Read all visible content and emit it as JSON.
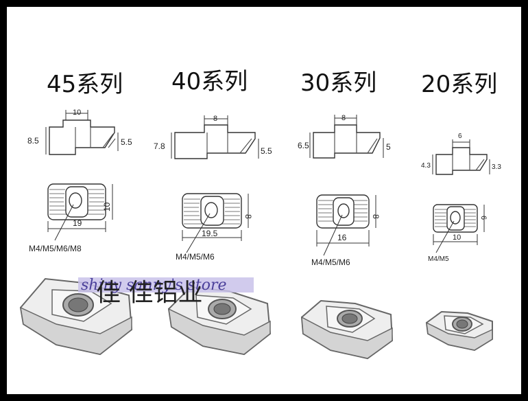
{
  "series": [
    {
      "title": "45系列",
      "top_width": "10",
      "height": "8.5",
      "lip": "5.5",
      "side": "10",
      "length": "19",
      "threads": "M4/M5/M6/M8"
    },
    {
      "title": "40系列",
      "top_width": "8",
      "height": "7.8",
      "lip": "5.5",
      "side": "8",
      "length": "19.5",
      "threads": "M4/M5/M6"
    },
    {
      "title": "30系列",
      "top_width": "8",
      "height": "6.5",
      "lip": "5",
      "side": "8",
      "length": "16",
      "threads": "M4/M5/M6"
    },
    {
      "title": "20系列",
      "top_width": "6",
      "height": "4.3",
      "lip": "3.3",
      "side": "6",
      "length": "10",
      "threads": "M4/M5"
    }
  ],
  "watermark": {
    "latin": "shiny sanny's store",
    "chinese": "佳 佳铝业"
  },
  "colors": {
    "background": "#ffffff",
    "frame": "#000000",
    "line": "#333333",
    "watermark_band": "#c9c2ea"
  }
}
